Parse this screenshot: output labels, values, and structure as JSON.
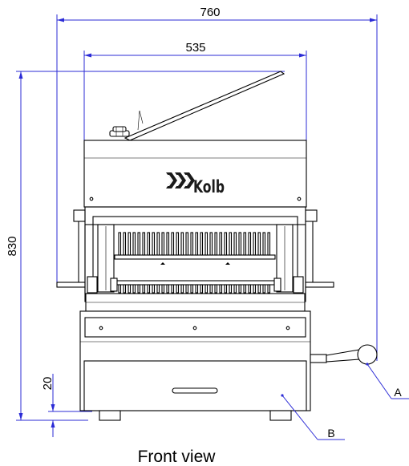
{
  "dimensions": {
    "overall_width": "760",
    "body_width": "535",
    "overall_height": "830",
    "foot_height": "20"
  },
  "callouts": {
    "a": "A",
    "b": "B"
  },
  "logo": {
    "text": "Kolb"
  },
  "caption": "Front view",
  "colors": {
    "dimension_lines": "#2b2bd6",
    "outline": "#000000",
    "background": "#ffffff"
  }
}
